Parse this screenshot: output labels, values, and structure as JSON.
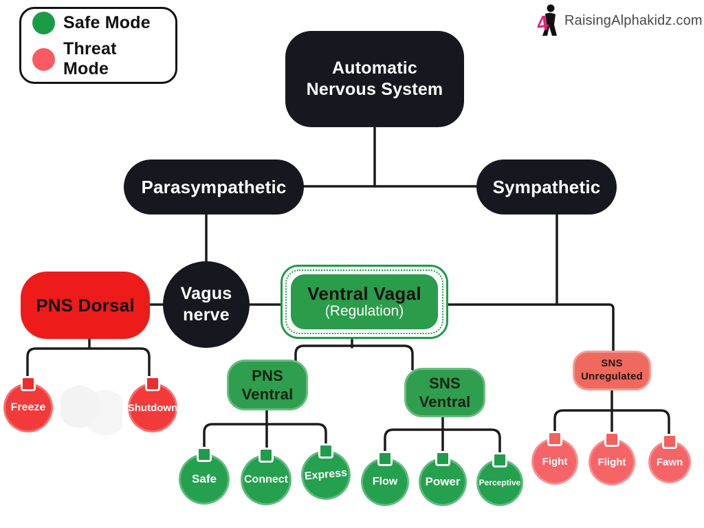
{
  "legend": {
    "items": [
      {
        "label": "Safe Mode",
        "color": "#1a9c47"
      },
      {
        "label": "Threat Mode",
        "color": "#fa5a61"
      }
    ]
  },
  "logo": {
    "text": "RaisingAlphakidz.com",
    "icon": "person-with-pink-A-logo",
    "pink": "#e91e78"
  },
  "nodes": {
    "ans": {
      "line1": "Automatic",
      "line2": "Nervous System"
    },
    "parasympathetic": {
      "label": "Parasympathetic"
    },
    "sympathetic": {
      "label": "Sympathetic"
    },
    "vagus": {
      "line1": "Vagus",
      "line2": "nerve"
    },
    "pns_dorsal": {
      "label": "PNS Dorsal"
    },
    "ventral_vagal": {
      "title": "Ventral Vagal",
      "subtitle": "(Regulation)"
    },
    "pns_ventral": {
      "line1": "PNS",
      "line2": "Ventral"
    },
    "sns_ventral": {
      "line1": "SNS",
      "line2": "Ventral"
    },
    "sns_unregulated": {
      "line1": "SNS",
      "line2": "Unregulated"
    }
  },
  "balloons": {
    "freeze": "Freeze",
    "shutdown": "Shutdown",
    "safe": "Safe",
    "connect": "Connect",
    "express": "Express",
    "flow": "Flow",
    "power": "Power",
    "perceptive": "Perceptive",
    "fight": "Fight",
    "flight": "Flight",
    "fawn": "Fawn"
  },
  "colors": {
    "black_node": "#17171f",
    "red_box": "#ee1b1b",
    "red_balloon": "#f23a3a",
    "salmon": "#f56467",
    "salmon_box": "#f0695f",
    "green_balloon": "#24a04e",
    "green_box": "#2f9e4e",
    "green_border": "#1d9b48",
    "connector": "#1b1b1b"
  }
}
